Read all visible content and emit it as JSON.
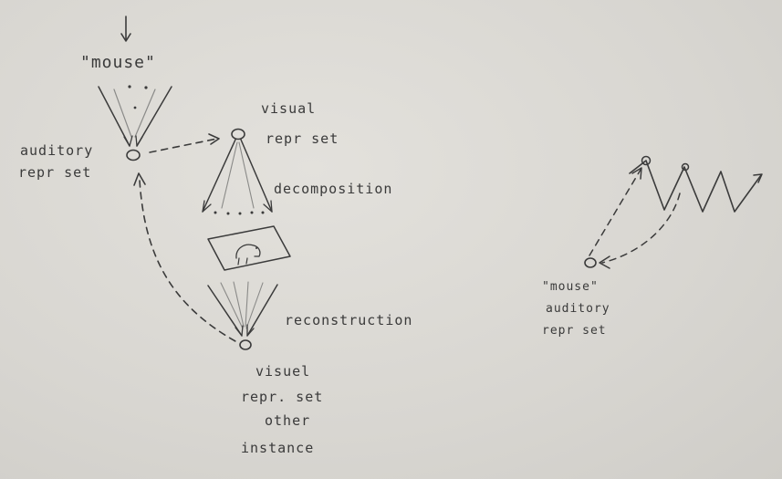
{
  "left_diagram": {
    "word_label": "\"mouse\"",
    "auditory_label": [
      "auditory",
      "repr set"
    ],
    "visual_top_label": [
      "visual",
      "repr set"
    ],
    "decomposition_label": "decomposition",
    "reconstruction_label": "reconstruction",
    "visual_bottom_label": [
      "visuel",
      "repr. set",
      "other",
      "instance"
    ]
  },
  "right_diagram": {
    "labels": [
      "\"mouse\"",
      "auditory",
      "repr set"
    ]
  },
  "colors": {
    "paper": "#dcdad5",
    "ink": "#3b3b3b"
  }
}
